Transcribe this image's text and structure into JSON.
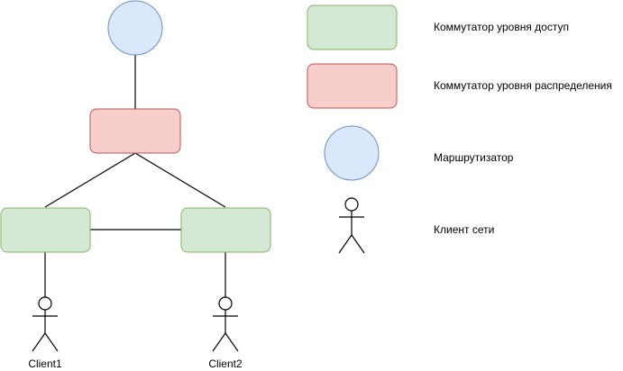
{
  "colors": {
    "access_fill": "#d5e8d4",
    "access_stroke": "#82b366",
    "distribution_fill": "#f8cecc",
    "distribution_stroke": "#b85450",
    "router_fill": "#dae8fc",
    "router_stroke": "#6c8ebf",
    "line": "#000000"
  },
  "diagram": {
    "clients": [
      {
        "label": "Client1",
        "icon": "person-icon"
      },
      {
        "label": "Client2",
        "icon": "person-icon"
      }
    ]
  },
  "legend": {
    "items": [
      {
        "icon": "access-switch-shape",
        "label": "Коммутатор уровня доступ"
      },
      {
        "icon": "distribution-switch-shape",
        "label": "Коммутатор уровня распределения"
      },
      {
        "icon": "router-circle",
        "label": "Маршрутизатор"
      },
      {
        "icon": "person-icon",
        "label": "Клиент сети"
      }
    ]
  }
}
